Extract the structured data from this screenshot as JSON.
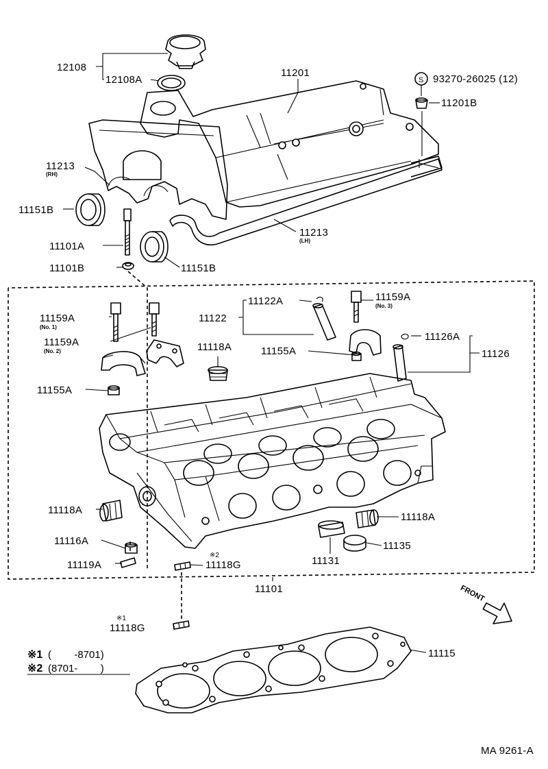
{
  "diagram_code": "MA 9261-A",
  "front_label": "FRONT",
  "notes": {
    "note1_mark": "※1",
    "note1_range": "(        -8701)",
    "note2_mark": "※2",
    "note2_range": "(8701-        )",
    "small_note1": "※1",
    "small_note2": "※2"
  },
  "callouts": {
    "p12108": "12108",
    "p12108A": "12108A",
    "p11201": "11201",
    "p93270": "93270-26025 (12)",
    "s_mark": "S",
    "p11201B": "11201B",
    "p11213_rh": "11213",
    "rh": "(RH)",
    "p11213_lh": "11213",
    "lh": "(LH)",
    "p11151B_a": "11151B",
    "p11151B_b": "11151B",
    "p11101A": "11101A",
    "p11101B": "11101B",
    "p11122A": "11122A",
    "p11122": "11122",
    "p11159A_no3": "11159A",
    "no3": "(No. 3)",
    "p11159A_no1": "11159A",
    "no1": "(No. 1)",
    "p11159A_no2": "11159A",
    "no2": "(No. 2)",
    "p11118A_top": "11118A",
    "p11155A_top": "11155A",
    "p11126A": "11126A",
    "p11126": "11126",
    "p11155A_left": "11155A",
    "p11118A_left": "11118A",
    "p11118A_right": "11118A",
    "p11116A": "11116A",
    "p11135": "11135",
    "p11119A": "11119A",
    "p11118G_a": "11118G",
    "p11131": "11131",
    "p11101": "11101",
    "p11118G_b": "11118G",
    "p11115": "11115"
  }
}
